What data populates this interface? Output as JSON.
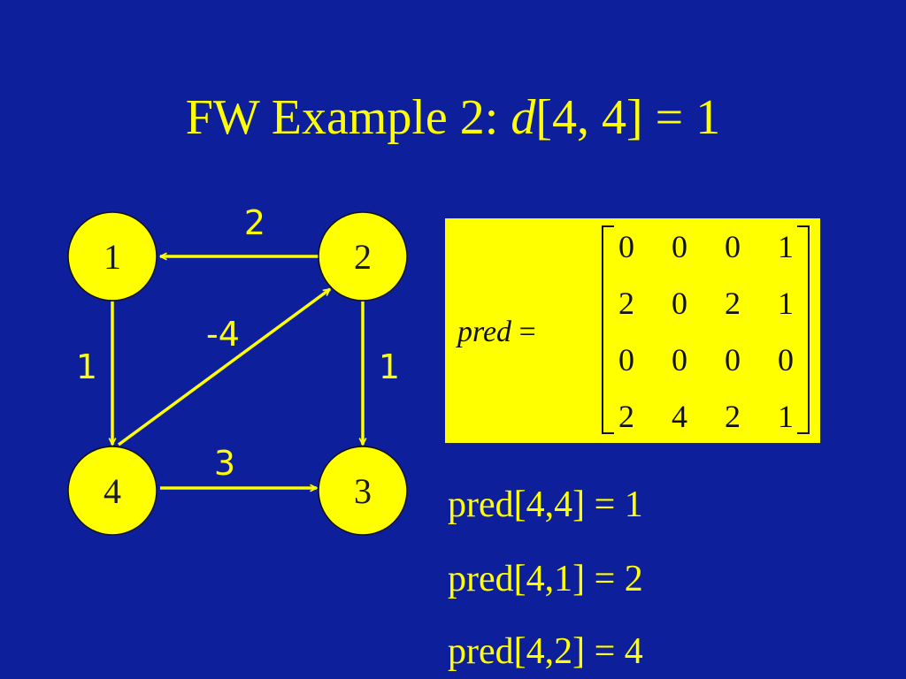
{
  "title": {
    "prefix": "FW Example 2: ",
    "italic": "d",
    "suffix": "[4, 4] = 1"
  },
  "graph": {
    "nodes": [
      {
        "id": "1",
        "label": "1"
      },
      {
        "id": "2",
        "label": "2"
      },
      {
        "id": "3",
        "label": "3"
      },
      {
        "id": "4",
        "label": "4"
      }
    ],
    "edges": [
      {
        "from": "2",
        "to": "1",
        "weight": "2"
      },
      {
        "from": "1",
        "to": "4",
        "weight": "1"
      },
      {
        "from": "4",
        "to": "2",
        "weight": "-4"
      },
      {
        "from": "2",
        "to": "3",
        "weight": "1"
      },
      {
        "from": "4",
        "to": "3",
        "weight": "3"
      }
    ]
  },
  "matrix": {
    "label_italic": "pred",
    "label_equals": " =",
    "rows": [
      [
        "0",
        "0",
        "0",
        "1"
      ],
      [
        "2",
        "0",
        "2",
        "1"
      ],
      [
        "0",
        "0",
        "0",
        "0"
      ],
      [
        "2",
        "4",
        "2",
        "1"
      ]
    ]
  },
  "equations": [
    "pred[4,4] = 1",
    "pred[4,1] = 2",
    "pred[4,2] = 4"
  ],
  "colors": {
    "background": "#0d1f9a",
    "accent": "#ffff00",
    "text_dark": "#111111"
  }
}
